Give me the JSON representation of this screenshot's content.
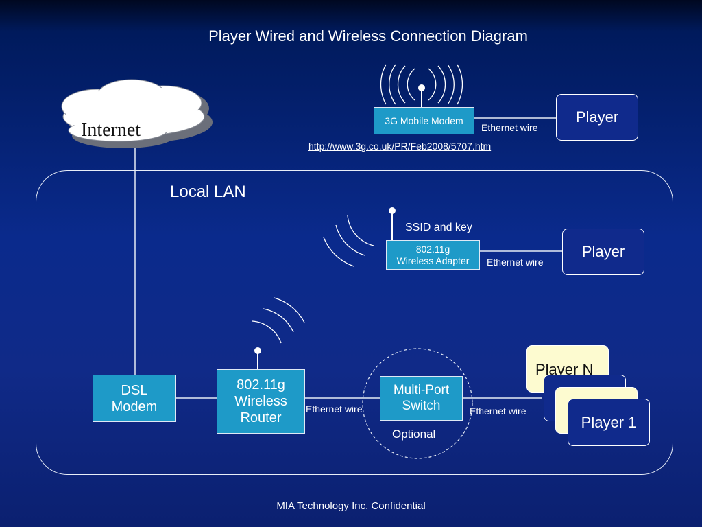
{
  "title": "Player Wired and Wireless Connection Diagram",
  "internet": {
    "label": "Internet"
  },
  "modem3g": {
    "label": "3G Mobile Modem",
    "wire_label": "Ethernet wire",
    "player_label": "Player",
    "url": "http://www.3g.co.uk/PR/Feb2008/5707.htm"
  },
  "lan": {
    "label": "Local LAN"
  },
  "adapter": {
    "line1": "802.11g",
    "line2": "Wireless Adapter",
    "ssid": "SSID and key",
    "wire_label": "Ethernet wire",
    "player_label": "Player"
  },
  "dsl": {
    "line1": "DSL",
    "line2": "Modem"
  },
  "router": {
    "line1": "802.11g",
    "line2": "Wireless",
    "line3": "Router",
    "wire_label": "Ethernet wire"
  },
  "switch": {
    "line1": "Multi-Port",
    "line2": "Switch",
    "optional": "Optional",
    "wire_label": "Ethernet wire"
  },
  "players": {
    "top": "Player N",
    "front": "Player 1"
  },
  "footer": "MIA Technology Inc. Confidential",
  "colors": {
    "background": "#0a2a8c",
    "teal_box": "#1e9ac8",
    "player_yellow": "#fdfbd0",
    "line": "#ffffff"
  }
}
